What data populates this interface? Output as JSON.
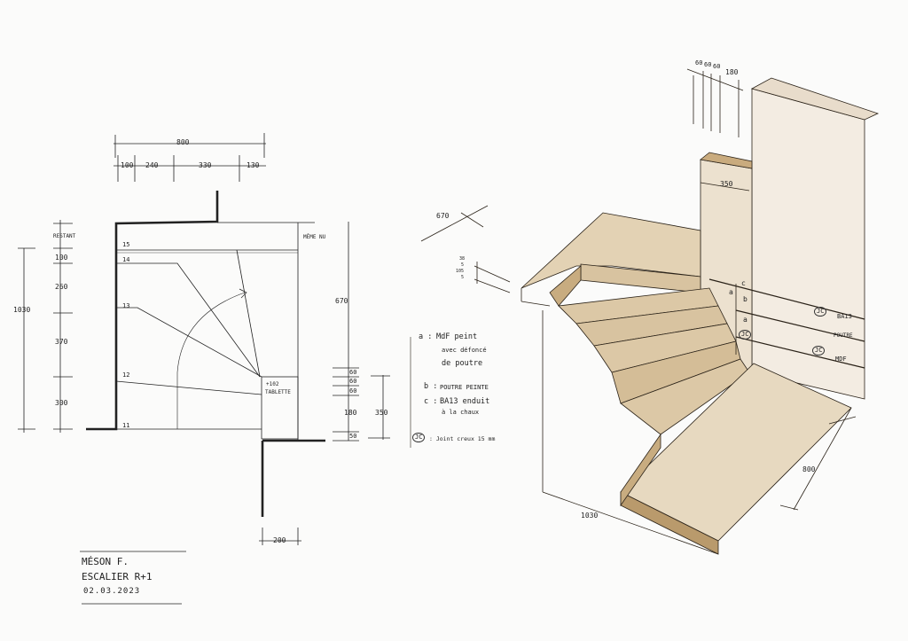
{
  "plan": {
    "top_total": "800",
    "top_segments": [
      "100",
      "240",
      "330",
      "130"
    ],
    "left_total": "1030",
    "left_segments": [
      "RESTANT",
      "100",
      "260",
      "370",
      "300"
    ],
    "step_numbers": [
      "15",
      "14",
      "13",
      "12",
      "11"
    ],
    "meme_nu": "MÊME NU",
    "tablette_line1": "+102",
    "tablette_line2": "TABLETTE",
    "right_total": "670",
    "right_segments": [
      "60",
      "60",
      "60",
      "180",
      "50"
    ],
    "right_sub_total": "350",
    "bottom_dim": "200"
  },
  "title_block": {
    "name": "MÉSON F.",
    "project": "ESCALIER R+1",
    "date": "02.03.2023"
  },
  "legend": {
    "a_key": "a :",
    "a_text": [
      "MdF peint",
      "avec défoncé",
      "de poutre"
    ],
    "b_key": "b :",
    "b_text": "POUTRE PEINTE",
    "c_key": "c :",
    "c_text": [
      "BA13 enduit",
      "à la chaux"
    ],
    "jc_key": "JC",
    "jc_text": ": Joint creux 15 mm"
  },
  "iso": {
    "top_dims": [
      "60",
      "60",
      "60",
      "180"
    ],
    "dim_350": "350",
    "dim_670": "670",
    "small_dims": [
      "38",
      "5",
      "105",
      "5"
    ],
    "dim_800": "800",
    "dim_1030": "1030",
    "labels": {
      "a1": "a",
      "b": "b",
      "c": "c",
      "a2": "a"
    },
    "jc": "JC",
    "ba13": "BA13",
    "poutre": "POUTRE",
    "mdf": "MDF"
  },
  "colors": {
    "wood": "#d8c3a0",
    "wood_dark": "#b99a6c",
    "ink": "#1a1a1a"
  }
}
